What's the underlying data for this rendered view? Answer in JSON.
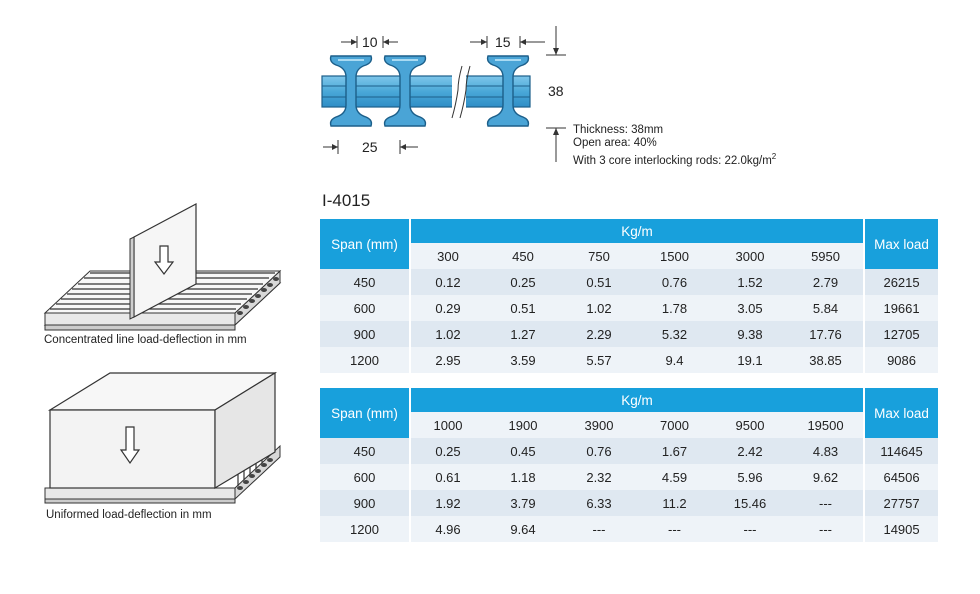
{
  "drawing": {
    "dim_top_left": "10",
    "dim_top_right": "15",
    "dim_bottom": "25",
    "dim_right": "38",
    "specs": [
      "Thickness: 38mm",
      "Open area: 40%",
      "With 3 core interlocking rods: 22.0kg/m"
    ],
    "spec_sup": "2"
  },
  "model": "I-4015",
  "captions": {
    "line_load": "Concentrated line load-deflection in mm",
    "uniform_load": "Uniformed load-deflection in mm"
  },
  "tables": [
    {
      "span_label": "Span (mm)",
      "kg_label": "Kg/m",
      "max_label": "Max load",
      "loads": [
        "300",
        "450",
        "750",
        "1500",
        "3000",
        "5950"
      ],
      "rows": [
        {
          "span": "450",
          "values": [
            "0.12",
            "0.25",
            "0.51",
            "0.76",
            "1.52",
            "2.79"
          ],
          "max": "26215"
        },
        {
          "span": "600",
          "values": [
            "0.29",
            "0.51",
            "1.02",
            "1.78",
            "3.05",
            "5.84"
          ],
          "max": "19661"
        },
        {
          "span": "900",
          "values": [
            "1.02",
            "1.27",
            "2.29",
            "5.32",
            "9.38",
            "17.76"
          ],
          "max": "12705"
        },
        {
          "span": "1200",
          "values": [
            "2.95",
            "3.59",
            "5.57",
            "9.4",
            "19.1",
            "38.85"
          ],
          "max": "9086"
        }
      ]
    },
    {
      "span_label": "Span (mm)",
      "kg_label": "Kg/m",
      "max_label": "Max load",
      "loads": [
        "1000",
        "1900",
        "3900",
        "7000",
        "9500",
        "19500"
      ],
      "rows": [
        {
          "span": "450",
          "values": [
            "0.25",
            "0.45",
            "0.76",
            "1.67",
            "2.42",
            "4.83"
          ],
          "max": "114645"
        },
        {
          "span": "600",
          "values": [
            "0.61",
            "1.18",
            "2.32",
            "4.59",
            "5.96",
            "9.62"
          ],
          "max": "64506"
        },
        {
          "span": "900",
          "values": [
            "1.92",
            "3.79",
            "6.33",
            "11.2",
            "15.46",
            "---"
          ],
          "max": "27757"
        },
        {
          "span": "1200",
          "values": [
            "4.96",
            "9.64",
            "---",
            "---",
            "---",
            "---"
          ],
          "max": "14905"
        }
      ]
    }
  ]
}
